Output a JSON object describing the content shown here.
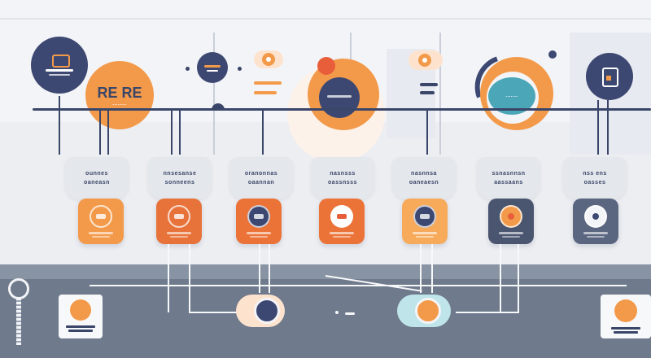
{
  "header": {
    "hero_title": "RE RE",
    "hero_subtitle": "........",
    "right_gauge_caption": "......."
  },
  "steps": [
    {
      "label_line1": "ounnes",
      "label_line2": "oaneasn",
      "tile_color": "#f39a4a"
    },
    {
      "label_line1": "nnsesanse",
      "label_line2": "sonneens",
      "tile_color": "#e8733a"
    },
    {
      "label_line1": "oranonnas",
      "label_line2": "oaannan",
      "tile_color": "#ec7338"
    },
    {
      "label_line1": "nasnsss",
      "label_line2": "oassnsss",
      "tile_color": "#ec7338"
    },
    {
      "label_line1": "nasnnsa",
      "label_line2": "oaneaesn",
      "tile_color": "#f6aa5a"
    },
    {
      "label_line1": "ssnasnnsn",
      "label_line2": "aassaans",
      "tile_color": "#4a5570"
    },
    {
      "label_line1": "nss ens",
      "label_line2": "oasses",
      "tile_color": "#5a6680"
    }
  ],
  "colors": {
    "navy": "#3a4669",
    "orange": "#f39a4a",
    "teal": "#4ba7b8",
    "coral": "#e85e3a"
  }
}
